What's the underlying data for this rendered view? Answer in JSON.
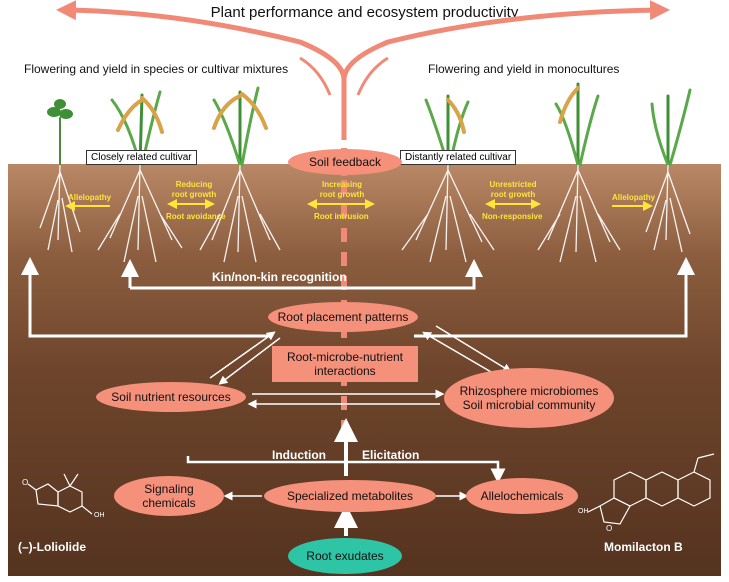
{
  "title": "Plant performance and ecosystem productivity",
  "left_heading": "Flowering and yield in species or cultivar mixtures",
  "right_heading": "Flowering and yield in monocultures",
  "cultivar_labels": {
    "close": "Closely related cultivar",
    "distant": "Distantly related cultivar"
  },
  "interactions": {
    "allelopathy_left": "Allelopathy",
    "reducing": [
      "Reducing",
      "root growth"
    ],
    "root_avoidance": "Root avoidance",
    "increasing": [
      "Increasing",
      "root growth"
    ],
    "root_intrusion": "Root intrusion",
    "unrestricted": [
      "Unrestricted",
      "root growth"
    ],
    "non_responsive": "Non-responsive",
    "allelopathy_right": "Allelopathy"
  },
  "nodes": {
    "soil_feedback": "Soil feedback",
    "kin_recognition": "Kin/non-kin recognition",
    "root_placement": "Root placement patterns",
    "root_microbe": [
      "Root-microbe-nutrient",
      "interactions"
    ],
    "soil_nutrients": "Soil nutrient resources",
    "rhizosphere": [
      "Rhizosphere microbiomes",
      "Soil microbial community"
    ],
    "induction": "Induction",
    "elicitation": "Elicitation",
    "signaling": [
      "Signaling",
      "chemicals"
    ],
    "specialized": "Specialized metabolites",
    "allelochemicals": "Allelochemicals",
    "root_exudates": "Root exudates"
  },
  "chemicals": {
    "left": "(–)-Loliolide",
    "right": "Momilacton B",
    "oh": "OH",
    "o": "O"
  },
  "colors": {
    "salmon": "#f5907a",
    "teal": "#2ec4a6",
    "yellow": "#ffe43a",
    "soil_top": "#b98866",
    "soil_bottom": "#55331f"
  }
}
